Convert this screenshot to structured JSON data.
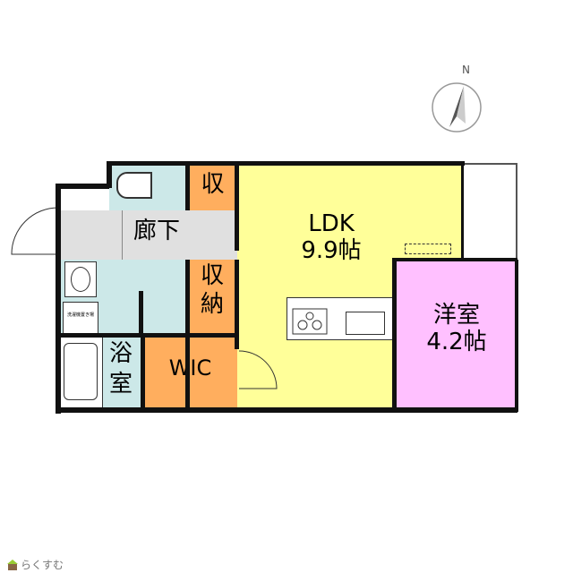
{
  "compass": {
    "label": "N"
  },
  "rooms": {
    "ldk": {
      "name": "LDK",
      "size": "9.9帖"
    },
    "western": {
      "name": "洋室",
      "size": "4.2帖"
    },
    "hall": {
      "name": "廊下"
    },
    "storage1": {
      "name": "収"
    },
    "storage2": {
      "name": "収納"
    },
    "wic": {
      "name": "WIC"
    },
    "bath": {
      "name": "浴室"
    },
    "laundry": {
      "name": "洗濯機置き場"
    }
  },
  "brand": {
    "name": "らくすむ"
  },
  "colors": {
    "ldk": "#ffff99",
    "western": "#ffc0ff",
    "storage": "#ffae5e",
    "wet": "#cce8e8",
    "hall": "#e0e0e0"
  }
}
